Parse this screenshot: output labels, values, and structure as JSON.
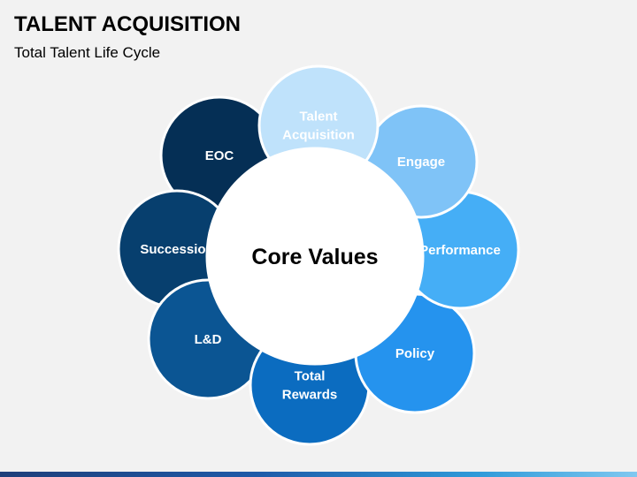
{
  "header": {
    "title": "TALENT ACQUISITION",
    "subtitle": "Total Talent Life Cycle"
  },
  "diagram": {
    "center": {
      "label": "Core Values",
      "color": "#ffffff"
    },
    "petals": [
      {
        "id": "talent-acquisition",
        "lines": [
          "Talent",
          "Acquisition"
        ],
        "color": "#bfe2fb",
        "text_color": "#ffffff"
      },
      {
        "id": "engage",
        "lines": [
          "Engage"
        ],
        "color": "#7fc3f7",
        "text_color": "#ffffff"
      },
      {
        "id": "performance",
        "lines": [
          "Performance"
        ],
        "color": "#45aef6",
        "text_color": "#ffffff"
      },
      {
        "id": "policy",
        "lines": [
          "Policy"
        ],
        "color": "#2593ee",
        "text_color": "#ffffff"
      },
      {
        "id": "total-rewards",
        "lines": [
          "Total",
          "Rewards"
        ],
        "color": "#0b6cc0",
        "text_color": "#ffffff"
      },
      {
        "id": "l-and-d",
        "lines": [
          "L&D"
        ],
        "color": "#0b5593",
        "text_color": "#ffffff"
      },
      {
        "id": "succession",
        "lines": [
          "Succession"
        ],
        "color": "#073f6e",
        "text_color": "#ffffff"
      },
      {
        "id": "eoc",
        "lines": [
          "EOC"
        ],
        "color": "#052f55",
        "text_color": "#ffffff"
      }
    ]
  }
}
